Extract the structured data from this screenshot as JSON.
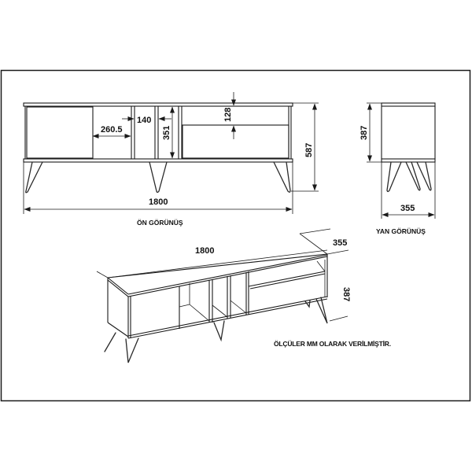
{
  "front_view": {
    "caption": "ÖN GÖRÜNÜŞ",
    "dimensions": {
      "total_width": "1800",
      "total_height": "587",
      "shelf_width": "260.5",
      "partition_gap": "140",
      "inner_height": "351",
      "drawer_height": "128"
    }
  },
  "side_view": {
    "caption": "YAN GÖRÜNÜŞ",
    "dimensions": {
      "body_height": "387",
      "depth": "355"
    }
  },
  "isometric_view": {
    "dimensions": {
      "length": "1800",
      "depth": "355",
      "height": "387"
    }
  },
  "note": "ÖLÇÜLER MM OLARAK VERİLMİŞTİR.",
  "colors": {
    "line": "#1a1a1a",
    "background": "#ffffff"
  }
}
